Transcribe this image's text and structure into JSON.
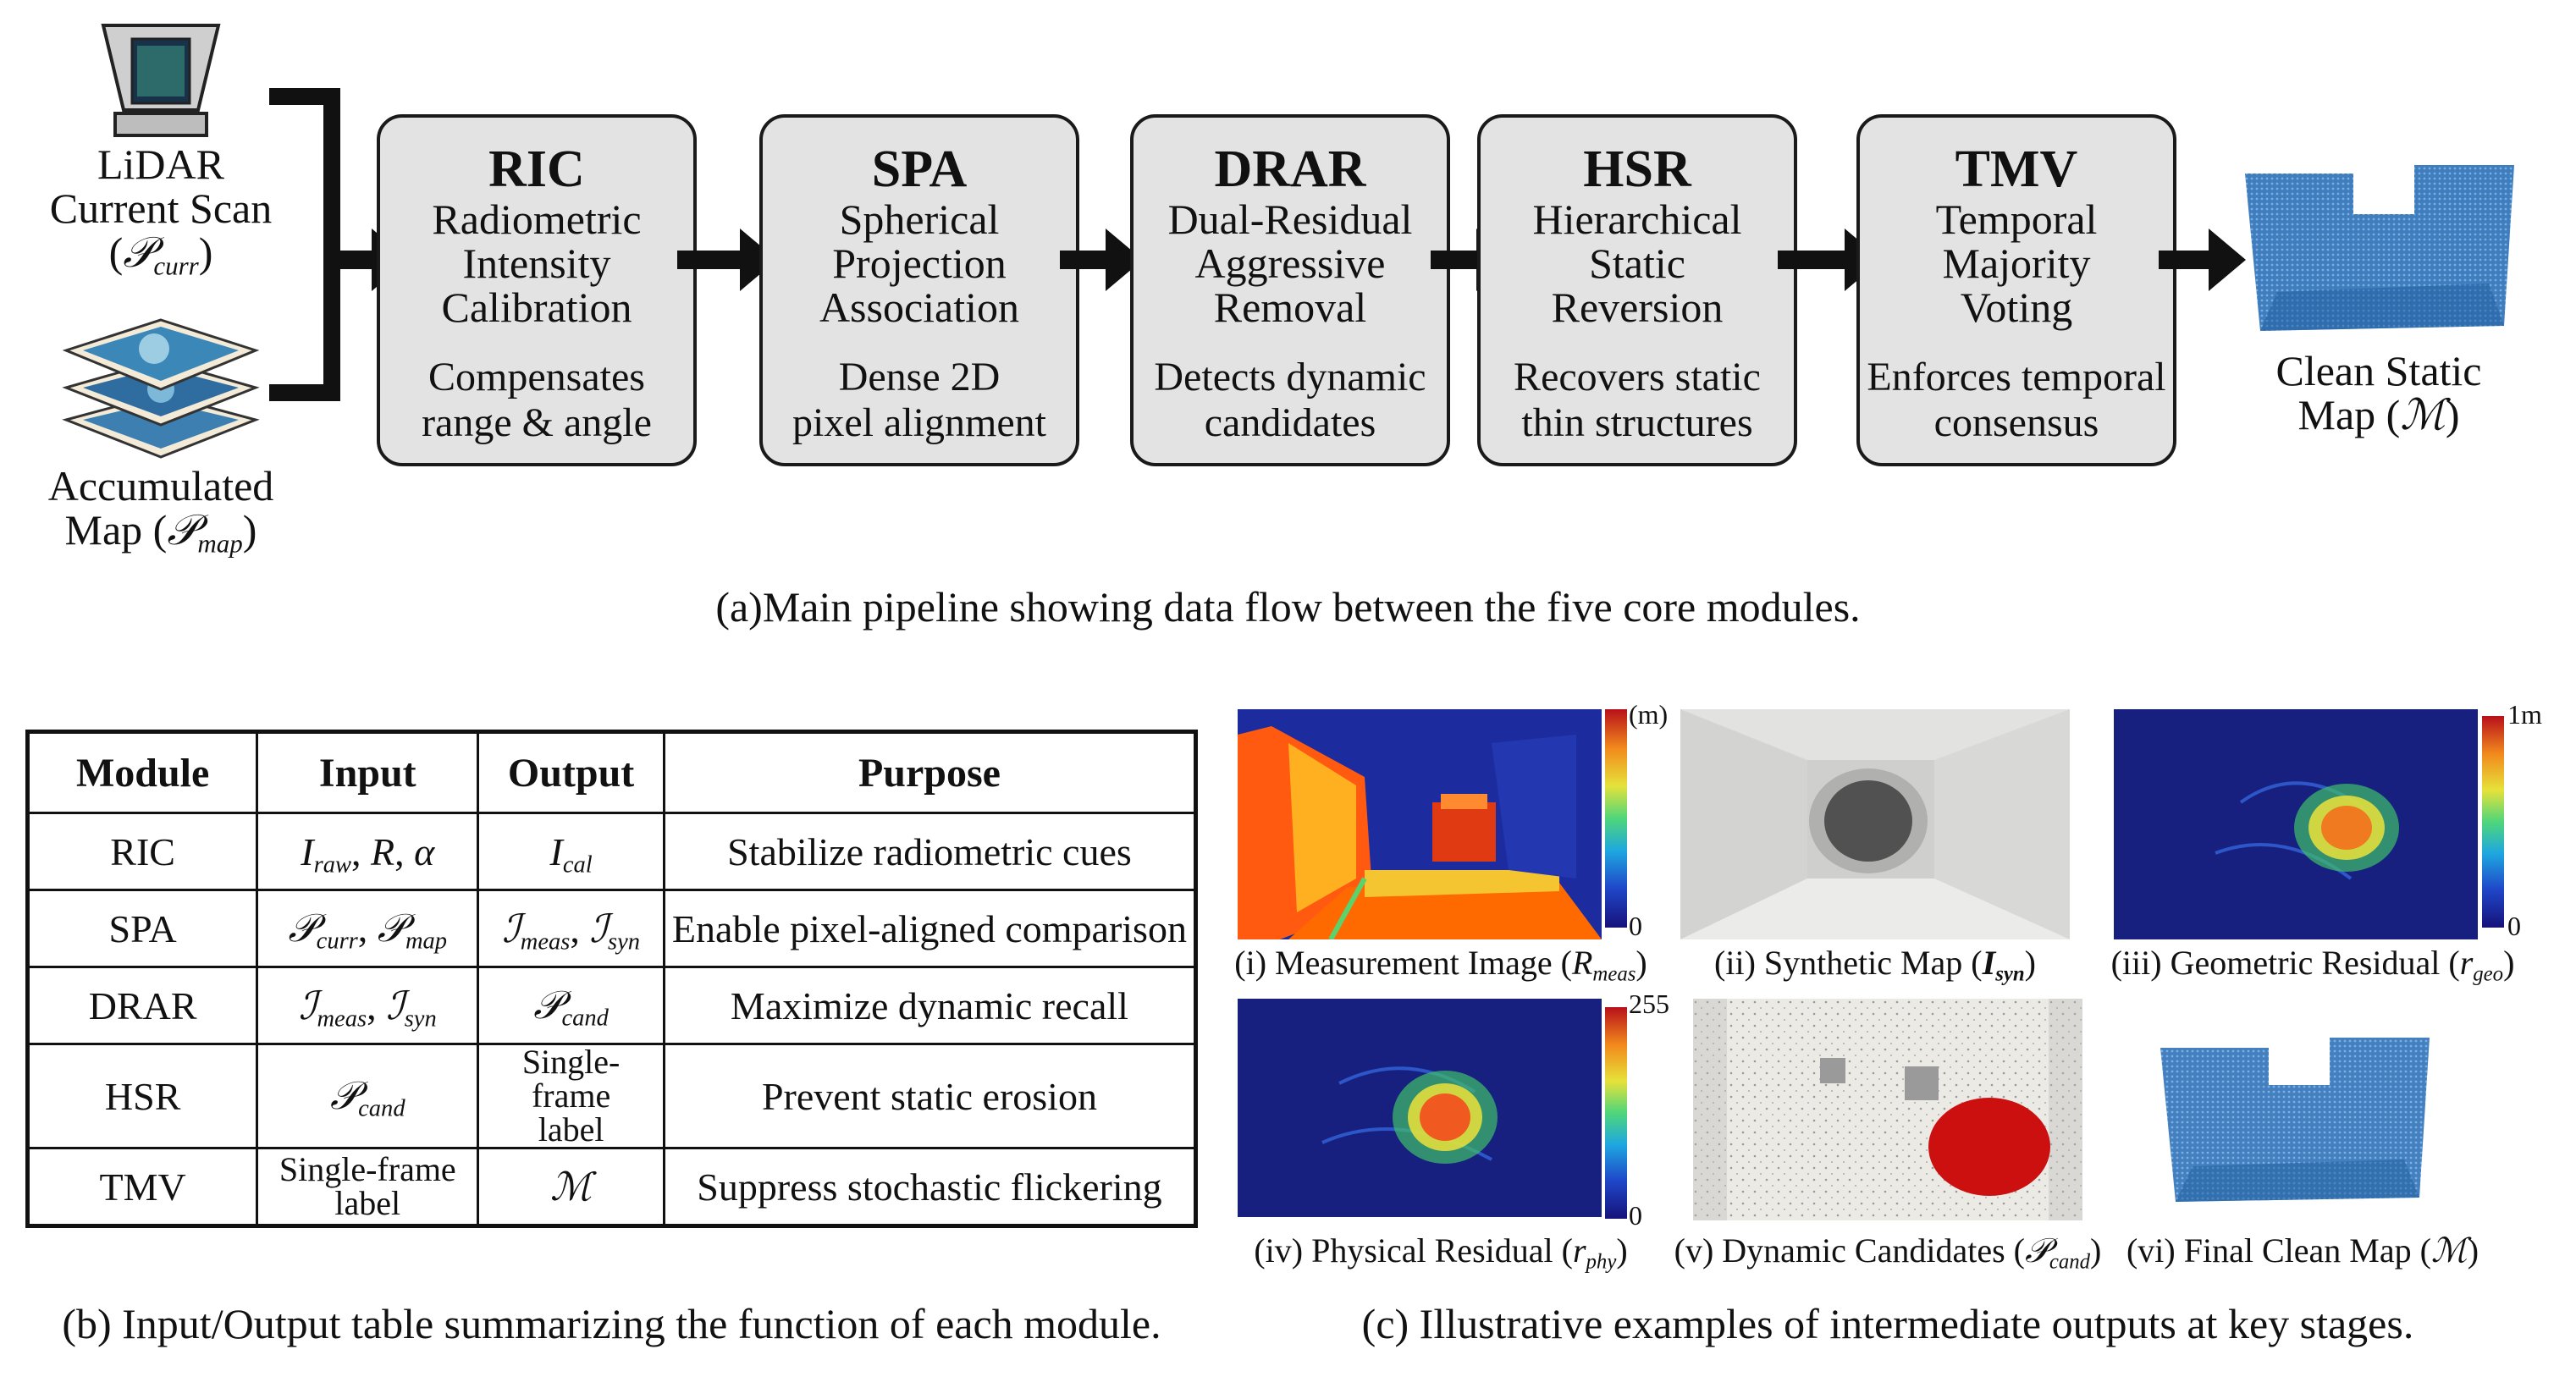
{
  "inputs": {
    "lidar": {
      "line1": "LiDAR",
      "line2": "Current Scan",
      "symbol": "𝒫",
      "sub": "curr"
    },
    "map": {
      "line1": "Accumulated",
      "line2": "Map (",
      "symbol": "𝒫",
      "sub": "map",
      "close": ")"
    }
  },
  "modules": [
    {
      "abbr": "RIC",
      "full": [
        "Radiometric",
        "Intensity",
        "Calibration"
      ],
      "desc": [
        "Compensates",
        "range & angle"
      ]
    },
    {
      "abbr": "SPA",
      "full": [
        "Spherical",
        "Projection",
        "Association"
      ],
      "desc": [
        "Dense 2D",
        "pixel alignment"
      ]
    },
    {
      "abbr": "DRAR",
      "full": [
        "Dual-Residual",
        "Aggressive",
        "Removal"
      ],
      "desc": [
        "Detects dynamic",
        "candidates"
      ]
    },
    {
      "abbr": "HSR",
      "full": [
        "Hierarchical",
        "Static",
        "Reversion"
      ],
      "desc": [
        "Recovers static",
        "thin structures"
      ]
    },
    {
      "abbr": "TMV",
      "full": [
        "Temporal",
        "Majority",
        "Voting"
      ],
      "desc": [
        "Enforces temporal",
        "consensus"
      ]
    }
  ],
  "output": {
    "line1": "Clean Static",
    "line2": "Map (",
    "symbol": "ℳ",
    "close": ")"
  },
  "captions": {
    "a": "(a)Main pipeline showing data flow between the five core modules.",
    "b": "(b) Input/Output table summarizing the function of each module.",
    "c": "(c) Illustrative examples of intermediate outputs at key stages."
  },
  "table": {
    "headers": [
      "Module",
      "Input",
      "Output",
      "Purpose"
    ],
    "rows": [
      {
        "module": "RIC",
        "purpose": "Stabilize radiometric cues"
      },
      {
        "module": "SPA",
        "purpose": "Enable pixel-aligned comparison"
      },
      {
        "module": "DRAR",
        "purpose": "Maximize dynamic recall"
      },
      {
        "module": "HSR",
        "output_text": [
          "Single-frame",
          "label"
        ],
        "purpose": "Prevent static erosion"
      },
      {
        "module": "TMV",
        "input_text": [
          "Single-frame",
          "label"
        ],
        "purpose": "Suppress stochastic flickering"
      }
    ]
  },
  "examples": {
    "colorbars": {
      "meas": {
        "top": "(m)",
        "bottom": "0"
      },
      "geo": {
        "top": "1m",
        "bottom": "0"
      },
      "phy": {
        "top": "255",
        "bottom": "0"
      }
    },
    "labels": {
      "i": {
        "prefix": "(i) Measurement Image (",
        "sym": "R",
        "sub": "meas",
        "close": ")"
      },
      "ii": {
        "prefix": "(ii) Synthetic Map (",
        "sym": "I",
        "sub": "syn",
        "close": ")"
      },
      "iii": {
        "prefix": "(iii) Geometric Residual (",
        "sym": "r",
        "sub": "geo",
        "close": ")"
      },
      "iv": {
        "prefix": "(iv) Physical Residual (",
        "sym": "r",
        "sub": "phy",
        "close": ")"
      },
      "v": {
        "prefix": "(v) Dynamic Candidates (",
        "sym": "𝒫",
        "sub": "cand",
        "close": ")"
      },
      "vi": {
        "prefix": "(vi) Final Clean Map (",
        "sym": "ℳ",
        "close": ")"
      }
    }
  },
  "colors": {
    "module_fill": "#e3e3e3",
    "border": "#1a1a1a",
    "map_blue": "#2f72b8",
    "dynamic_red": "#cc1010"
  },
  "icons": [
    "monitor-icon",
    "map-layers-icon",
    "arrow-right-icon",
    "bracket-icon"
  ]
}
